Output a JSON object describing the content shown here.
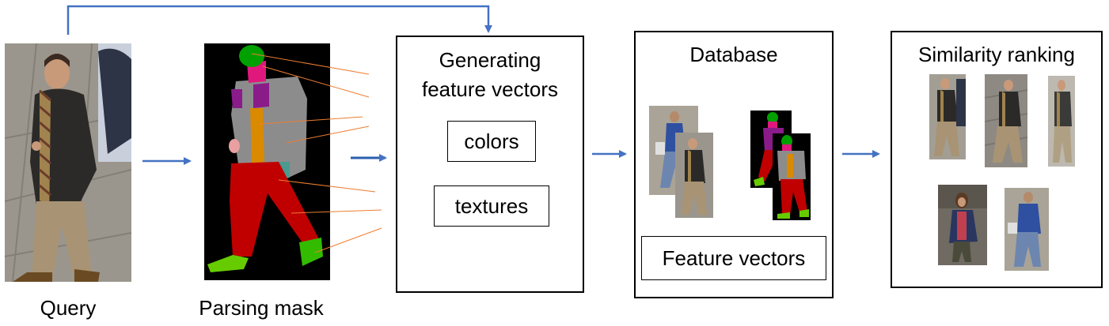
{
  "captions": {
    "query": "Query",
    "parsing_mask": "Parsing mask"
  },
  "generating": {
    "title_line1": "Generating",
    "title_line2": "feature vectors",
    "colors": "colors",
    "textures": "textures"
  },
  "database": {
    "title": "Database",
    "feature_vectors": "Feature vectors"
  },
  "ranking": {
    "title": "Similarity ranking"
  },
  "colors": {
    "arrow": "#4472c4",
    "leader": "#ed7d31",
    "mask_background": "#000000",
    "mask_head": "#00a000",
    "mask_face": "#e0187e",
    "mask_arms": "#8a1c8a",
    "mask_coat": "#8c8c8c",
    "mask_shirt": "#d98a00",
    "mask_pants": "#c00000",
    "mask_shoes": "#66cc00",
    "mask_hand": "#e8a0a0",
    "mask_bag": "#4a9a90"
  }
}
